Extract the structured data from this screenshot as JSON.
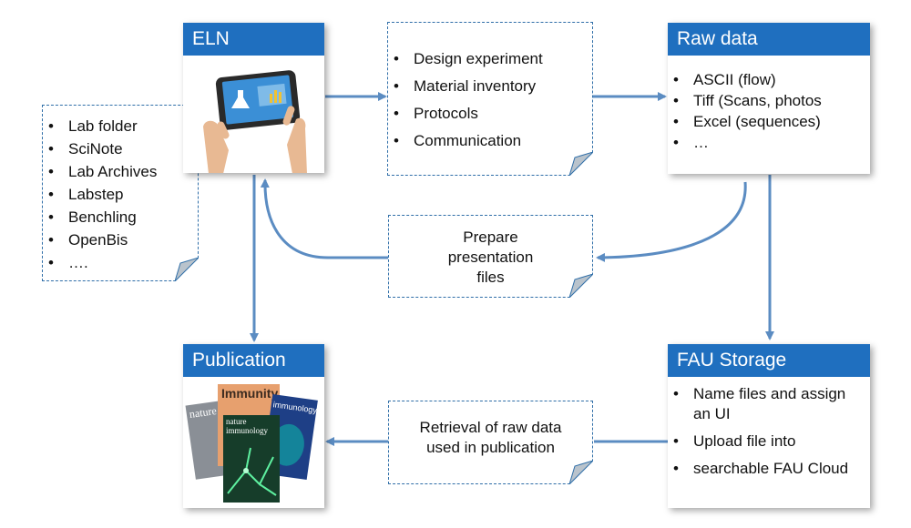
{
  "eln": {
    "title": "ELN"
  },
  "raw_data": {
    "title": "Raw data",
    "items": [
      "ASCII (flow)",
      "Tiff (Scans, photos",
      "Excel (sequences)",
      "…"
    ]
  },
  "publication": {
    "title": "Publication",
    "covers": [
      "Immunity",
      "nature",
      "nature immunology",
      "immunology"
    ]
  },
  "fau_storage": {
    "title": "FAU Storage",
    "items": [
      "Name files and assign an UI",
      "Upload file into",
      "searchable FAU Cloud"
    ]
  },
  "tools_note": {
    "items": [
      "Lab folder",
      "SciNote",
      "Lab Archives",
      "Labstep",
      "Benchling",
      "OpenBis",
      "…."
    ]
  },
  "eln_functions_note": {
    "items": [
      "Design experiment",
      "Material inventory",
      "Protocols",
      "Communication"
    ]
  },
  "presentation_note": {
    "lines": [
      "Prepare",
      "presentation",
      "files"
    ]
  },
  "retrieval_note": {
    "lines": [
      "Retrieval of raw data",
      "used in publication"
    ]
  },
  "colors": {
    "header": "#1f6fbf",
    "arrow": "#5b8cc2",
    "note_border": "#2f6ea8"
  }
}
